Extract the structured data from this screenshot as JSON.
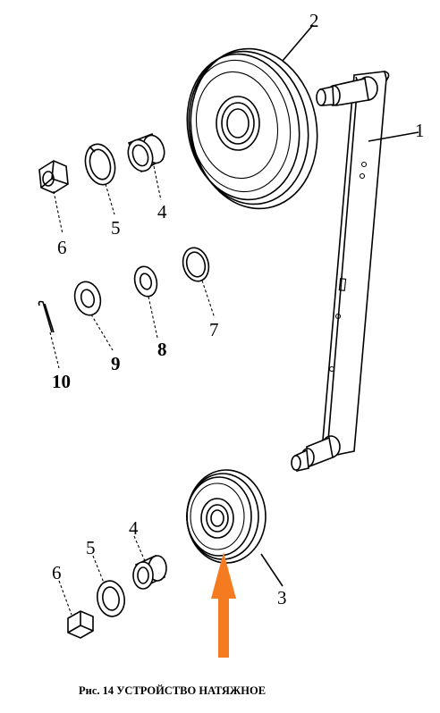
{
  "caption": "Рис. 14 УСТРОЙСТВО НАТЯЖНОЕ",
  "labels": {
    "p1": "1",
    "p2": "2",
    "p3": "3",
    "p4_top": "4",
    "p5_top": "5",
    "p6_top": "6",
    "p7": "7",
    "p8": "8",
    "p9": "9",
    "p10": "10",
    "p4_bottom": "4",
    "p5_bottom": "5",
    "p6_bottom": "6"
  },
  "colors": {
    "arrow": "#F47B20",
    "line": "#000000"
  }
}
